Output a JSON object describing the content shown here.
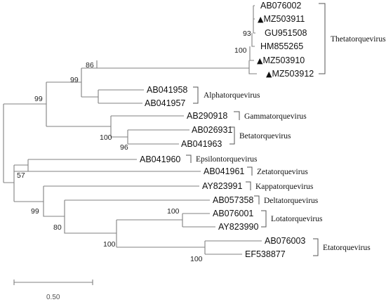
{
  "tips": [
    {
      "id": "t_AB076002",
      "label": "AB076002",
      "marker": ""
    },
    {
      "id": "t_MZ503911",
      "label": "MZ503911",
      "marker": "▲"
    },
    {
      "id": "t_GU951508",
      "label": "GU951508",
      "marker": ""
    },
    {
      "id": "t_HM855265",
      "label": "HM855265",
      "marker": ""
    },
    {
      "id": "t_MZ503910",
      "label": "MZ503910",
      "marker": "▲"
    },
    {
      "id": "t_MZ503912",
      "label": "MZ503912",
      "marker": "▲"
    },
    {
      "id": "t_AB041958",
      "label": "AB041958",
      "marker": ""
    },
    {
      "id": "t_AB041957",
      "label": "AB041957",
      "marker": ""
    },
    {
      "id": "t_AB290918",
      "label": "AB290918",
      "marker": ""
    },
    {
      "id": "t_AB026931",
      "label": "AB026931",
      "marker": ""
    },
    {
      "id": "t_AB041963",
      "label": "AB041963",
      "marker": ""
    },
    {
      "id": "t_AB041960",
      "label": "AB041960",
      "marker": ""
    },
    {
      "id": "t_AB041961",
      "label": "AB041961",
      "marker": ""
    },
    {
      "id": "t_AY823991",
      "label": "AY823991",
      "marker": ""
    },
    {
      "id": "t_AB057358",
      "label": "AB057358",
      "marker": ""
    },
    {
      "id": "t_AB076001",
      "label": "AB076001",
      "marker": ""
    },
    {
      "id": "t_AY823990",
      "label": "AY823990",
      "marker": ""
    },
    {
      "id": "t_AB076003",
      "label": "AB076003",
      "marker": ""
    },
    {
      "id": "t_EF538877",
      "label": "EF538877",
      "marker": ""
    }
  ],
  "bootstrap": {
    "theta_inner": "93",
    "theta": "100",
    "theta_alpha": "86",
    "theta_alpha_gamma_beta": "99",
    "upper_clade": "99",
    "beta": "100",
    "beta_inner": "96",
    "lower_clade": "57",
    "kappa_delta_lota_eta": "99",
    "delta_lota_eta": "80",
    "lota": "100",
    "lota_eta": "100",
    "eta": "100"
  },
  "genera": {
    "theta": "Thetatorquevirus",
    "alpha": "Alphatorquevirus",
    "gamma": "Gammatorquevirus",
    "beta": "Betatorquevirus",
    "epsilon": "Epsilontorquevirus",
    "zeta": "Zetatorquevirus",
    "kappa": "Kappatorquevirus",
    "delta": "Deltatorquevirus",
    "lota": "Lotatorquevirus",
    "eta": "Etatorquevirus"
  },
  "scale_bar": {
    "label": "0.50",
    "value": 0.5
  }
}
